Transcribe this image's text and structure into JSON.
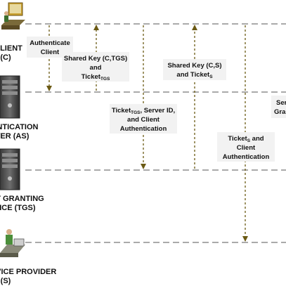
{
  "entities": {
    "client": {
      "line1": "CLIENT",
      "line2": "(C)"
    },
    "as": {
      "line1": "AUTHENTICATION",
      "line2": "SERVER (AS)"
    },
    "tgs": {
      "line1": "TICKET GRANTING",
      "line2": "SERVICE (TGS)"
    },
    "sp": {
      "line1": "SERVICE PROVIDER",
      "line2": "(S)"
    }
  },
  "messages": {
    "authenticate": {
      "line1": "Authenticate",
      "line2": "Client"
    },
    "shared_key_tgs": {
      "line1": "Shared Key (C,TGS)",
      "line2": "and",
      "line3_base": "Ticket",
      "line3_sub": "TGS"
    },
    "ticket_tgs_request": {
      "line1_base": "Ticket",
      "line1_sub": "TGS",
      "line1_rest": ", Server ID,",
      "line2": "and Client",
      "line3": "Authentication"
    },
    "shared_key_s": {
      "line1": "Shared Key (C,S)",
      "line2_base": "and Ticket",
      "line2_sub": "S"
    },
    "ticket_s_request": {
      "line1_base": "Ticket",
      "line1_sub": "S",
      "line1_rest": " and",
      "line2": "Client",
      "line3": "Authentication"
    },
    "service_grant": {
      "line1": "Ser",
      "line2": "Gra"
    }
  },
  "colors": {
    "arrow": "#6b5a14",
    "lifeline": "#555555",
    "label_bg": "#f2f2f2"
  },
  "icons": [
    "workstation-icon",
    "server-tower-icon",
    "server-tower-icon",
    "workstation-icon"
  ]
}
